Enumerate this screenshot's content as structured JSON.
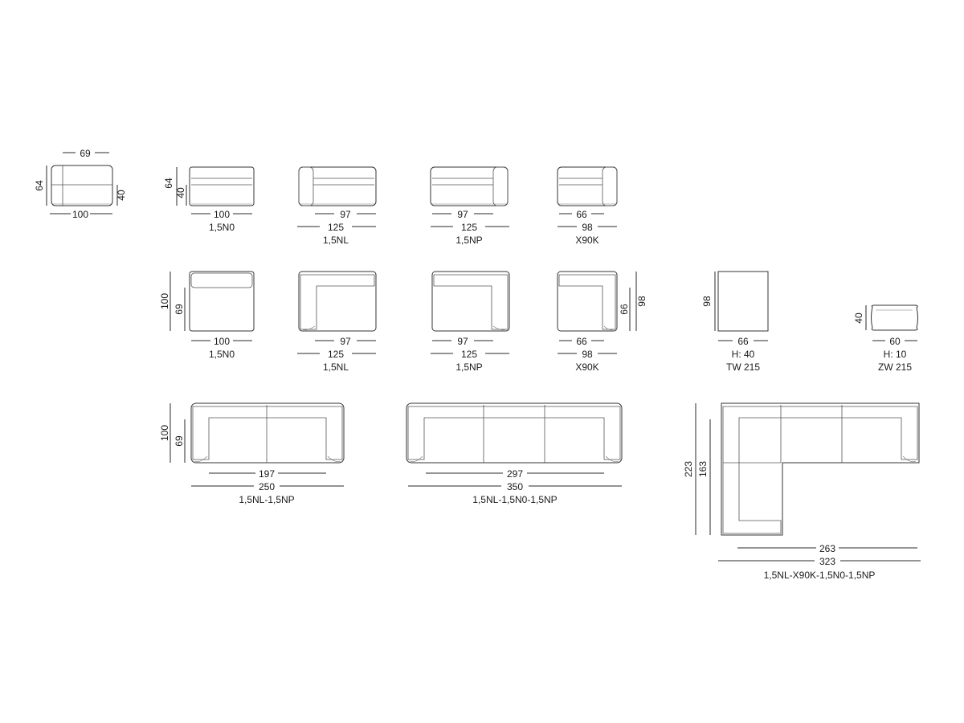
{
  "row1": {
    "standalone": {
      "top_width": "69",
      "left_height": "64",
      "right_height": "40",
      "bottom_width": "100"
    },
    "m1": {
      "left_outer": "64",
      "left_inner": "40",
      "w1": "100",
      "code": "1,5N0"
    },
    "m2": {
      "w1": "97",
      "w2": "125",
      "code": "1,5NL"
    },
    "m3": {
      "w1": "97",
      "w2": "125",
      "code": "1,5NP"
    },
    "m4": {
      "w1": "66",
      "w2": "98",
      "code": "X90K"
    }
  },
  "row2": {
    "m1": {
      "left_outer": "100",
      "left_inner": "69",
      "w1": "100",
      "code": "1,5N0"
    },
    "m2": {
      "w1": "97",
      "w2": "125",
      "code": "1,5NL"
    },
    "m3": {
      "w1": "97",
      "w2": "125",
      "code": "1,5NP"
    },
    "m4": {
      "w1": "66",
      "w2": "98",
      "right_inner": "66",
      "right_outer": "98",
      "code": "X90K"
    },
    "table": {
      "depth": "98",
      "width": "66",
      "height": "H: 40",
      "code": "TW 215"
    },
    "cushion": {
      "depth": "40",
      "width": "60",
      "height": "H: 10",
      "code": "ZW 215"
    }
  },
  "row3": {
    "sofa2": {
      "left_outer": "100",
      "left_inner": "69",
      "w1": "197",
      "w2": "250",
      "code": "1,5NL-1,5NP"
    },
    "sofa3": {
      "w1": "297",
      "w2": "350",
      "code": "1,5NL-1,5N0-1,5NP"
    },
    "corner": {
      "left_outer": "223",
      "left_inner": "163",
      "w1": "263",
      "w2": "323",
      "code": "1,5NL-X90K-1,5N0-1,5NP"
    }
  }
}
